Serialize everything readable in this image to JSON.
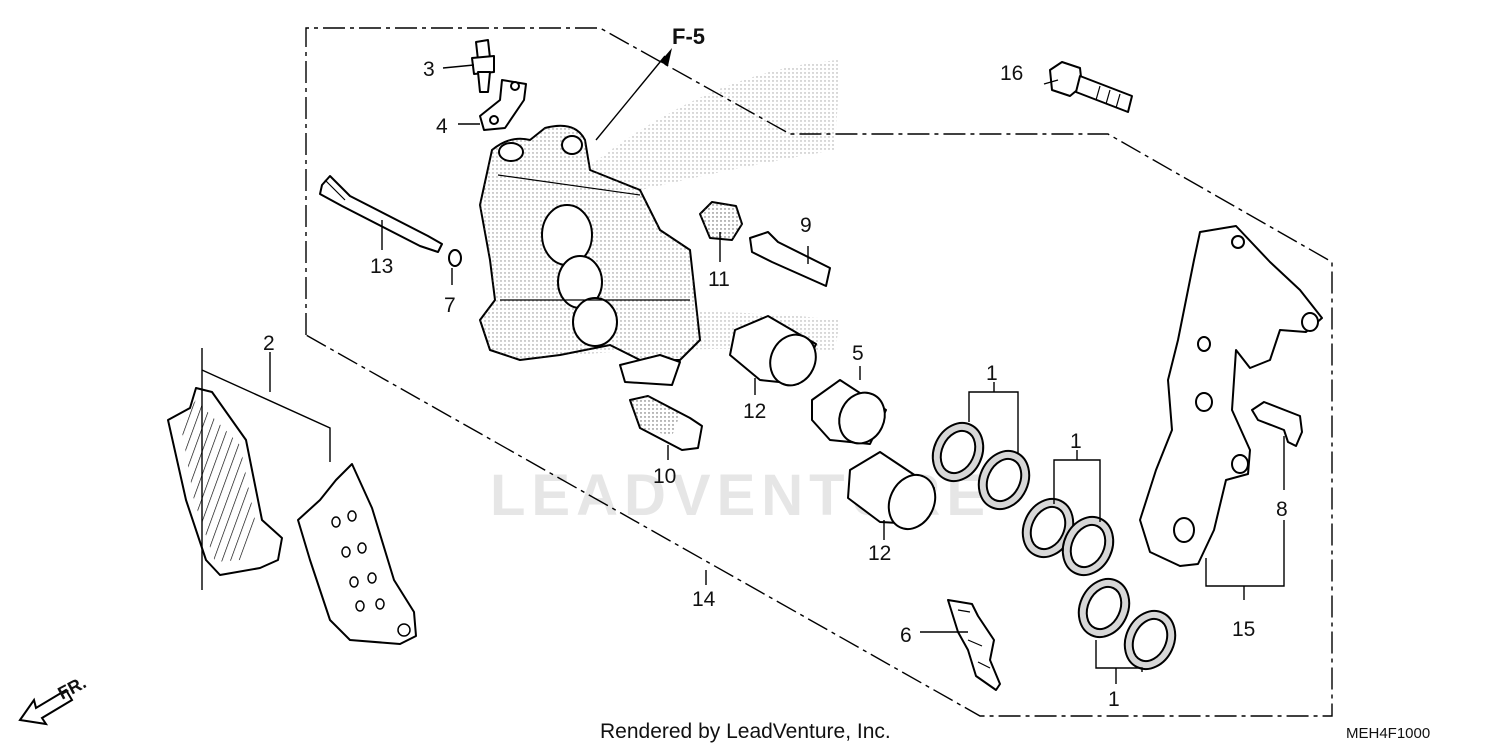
{
  "diagram": {
    "reference_label": "F-5",
    "watermark": "LEADVENTURE",
    "footer_text": "Rendered by LeadVenture, Inc.",
    "diagram_code": "MEH4F1000",
    "front_arrow_label": "FR.",
    "callouts": [
      "1",
      "1",
      "1",
      "2",
      "3",
      "4",
      "5",
      "6",
      "7",
      "8",
      "9",
      "10",
      "11",
      "12",
      "12",
      "13",
      "14",
      "15",
      "16"
    ]
  }
}
